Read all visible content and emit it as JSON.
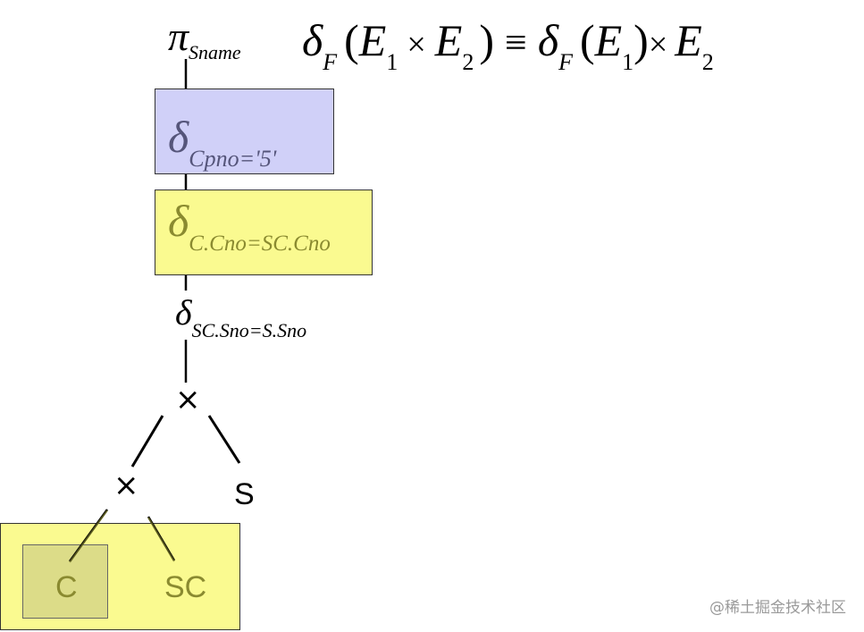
{
  "colors": {
    "blue_box": "#d0d0f8",
    "yellow_box": "#fafa90",
    "olive_text": "#8a8a30",
    "inner_box": "#dcdc88",
    "blue_text": "#55557a"
  },
  "tree": {
    "projection": {
      "symbol": "π",
      "subscript": "Sname"
    },
    "selection_cpno": {
      "symbol": "δ",
      "subscript": "Cpno='5'"
    },
    "selection_c_sc": {
      "symbol": "δ",
      "subscript": "C.Cno=SC.Cno"
    },
    "selection_sc_s": {
      "symbol": "δ",
      "subscript": "SC.Sno=S.Sno"
    },
    "product_top": "×",
    "product_bottom": "×",
    "relation_s": "S",
    "relation_c": "C",
    "relation_sc": "SC"
  },
  "formula": {
    "delta": "δ",
    "f": "F",
    "lparen": "(",
    "rparen": ")",
    "e": "E",
    "one": "1",
    "two": "2",
    "times": "×",
    "equiv": "≡"
  },
  "watermark": "@稀土掘金技术社区"
}
